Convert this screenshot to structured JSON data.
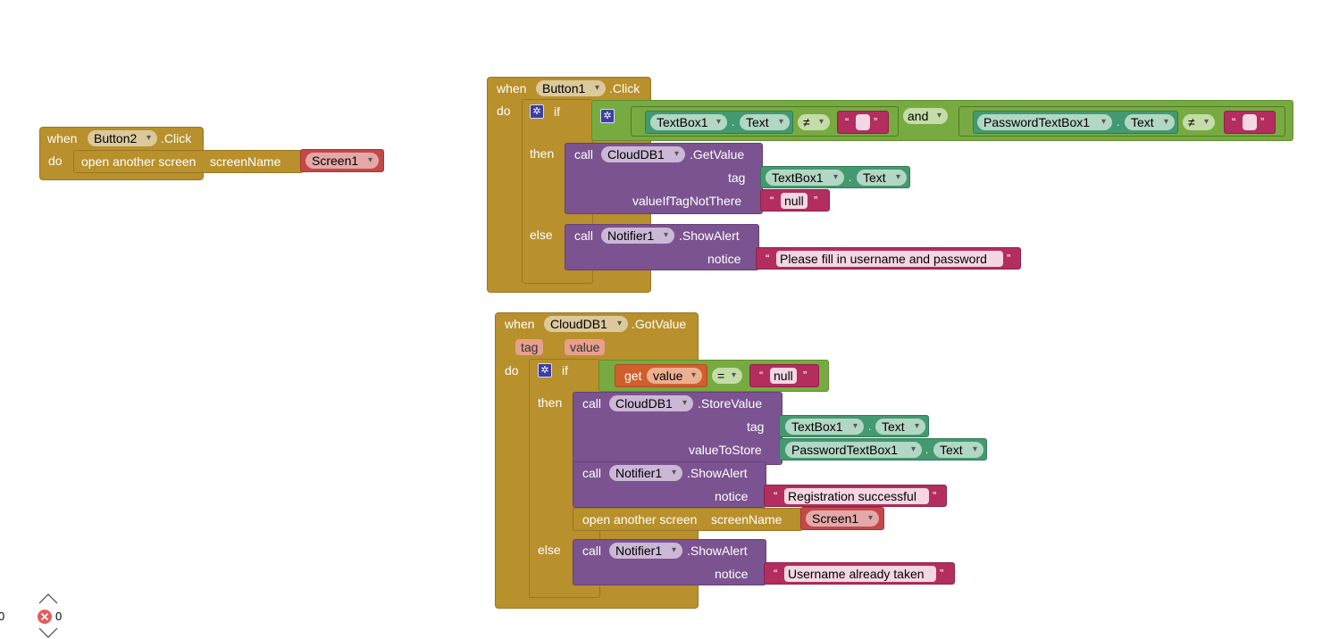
{
  "kw": {
    "when": "when",
    "do": "do",
    "if": "if",
    "then": "then",
    "else": "else",
    "call": "call",
    "get": "get",
    "and": "and",
    "neq": "≠",
    "eq": "=",
    "dot": ".",
    "open_quote": "“",
    "close_quote": "”"
  },
  "block1": {
    "component": "Button2",
    "event": ".Click",
    "action": "open another screen",
    "param": "screenName",
    "screen": "Screen1"
  },
  "block2": {
    "component": "Button1",
    "event": ".Click",
    "cond1": {
      "component": "TextBox1",
      "prop": "Text",
      "op": "≠",
      "text": ""
    },
    "cond2": {
      "component": "PasswordTextBox1",
      "prop": "Text",
      "op": "≠",
      "text": ""
    },
    "then": {
      "component": "CloudDB1",
      "method": ".GetValue",
      "arg1": "tag",
      "arg1_component": "TextBox1",
      "arg1_prop": "Text",
      "arg2": "valueIfTagNotThere",
      "arg2_text": "null"
    },
    "else": {
      "component": "Notifier1",
      "method": ".ShowAlert",
      "arg": "notice",
      "text": "Please fill in username and password"
    }
  },
  "block3": {
    "component": "CloudDB1",
    "event": ".GotValue",
    "param_tag": "tag",
    "param_value": "value",
    "cond": {
      "var": "value",
      "op": "=",
      "text": "null"
    },
    "then": {
      "store": {
        "component": "CloudDB1",
        "method": ".StoreValue",
        "arg1": "tag",
        "arg1_component": "TextBox1",
        "arg1_prop": "Text",
        "arg2": "valueToStore",
        "arg2_component": "PasswordTextBox1",
        "arg2_prop": "Text"
      },
      "alert": {
        "component": "Notifier1",
        "method": ".ShowAlert",
        "arg": "notice",
        "text": "Registration successful"
      },
      "open": {
        "action": "open another screen",
        "param": "screenName",
        "screen": "Screen1"
      }
    },
    "else": {
      "component": "Notifier1",
      "method": ".ShowAlert",
      "arg": "notice",
      "text": "Username already taken"
    }
  },
  "indicators": {
    "warnings_count": "0",
    "errors_count": "0",
    "error_icon": "error-x-icon",
    "up_icon": "chevron-up-icon",
    "down_icon": "chevron-down-icon"
  },
  "colors": {
    "event": "#b8902c",
    "procedure": "#7b5390",
    "logic": "#77ab41",
    "component_prop": "#439970",
    "text": "#b32d5e",
    "variable": "#d05f2d",
    "screen": "#c44848"
  }
}
